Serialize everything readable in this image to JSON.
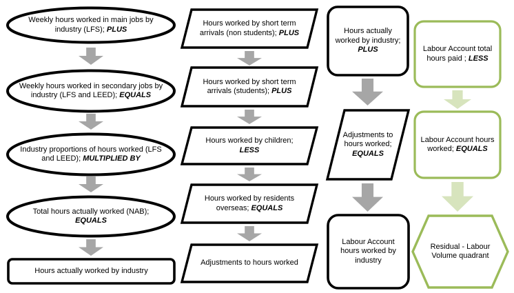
{
  "colors": {
    "shape_border_black": "#000000",
    "shape_border_green": "#9bbb59",
    "arrow_gray": "#a6a6a6",
    "arrow_green": "#d7e4bd",
    "shape_fill": "#ffffff"
  },
  "columns": [
    {
      "name": "lfs-sources-column",
      "items": [
        {
          "shape": "ellipse",
          "text": "Weekly hours worked in main jobs by industry (LFS); ",
          "keyword": "PLUS"
        },
        {
          "shape": "ellipse",
          "text": "Weekly hours worked in secondary jobs by industry (LFS and LEED); ",
          "keyword": "EQUALS"
        },
        {
          "shape": "ellipse",
          "text": "Industry proportions of hours worked (LFS and LEED); ",
          "keyword": "MULTIPLIED BY"
        },
        {
          "shape": "ellipse",
          "text": "Total hours actually worked (NAB); ",
          "keyword": "EQUALS"
        },
        {
          "shape": "rectangle",
          "text": "Hours actually worked by industry",
          "keyword": ""
        }
      ]
    },
    {
      "name": "adjustments-column",
      "items": [
        {
          "shape": "parallelogram",
          "text": "Hours worked by short term arrivals (non students); ",
          "keyword": "PLUS"
        },
        {
          "shape": "parallelogram",
          "text": "Hours worked by short term arrivals (students); ",
          "keyword": "PLUS"
        },
        {
          "shape": "parallelogram",
          "text": "Hours worked by children; ",
          "keyword": "LESS"
        },
        {
          "shape": "parallelogram",
          "text": "Hours worked by residents overseas; ",
          "keyword": "EQUALS"
        },
        {
          "shape": "parallelogram",
          "text": "Adjustments to hours worked",
          "keyword": ""
        }
      ]
    },
    {
      "name": "labour-account-column",
      "items": [
        {
          "shape": "rounded-rectangle",
          "text": "Hours actually worked by industry; ",
          "keyword": "PLUS"
        },
        {
          "shape": "parallelogram",
          "text": "Adjustments to hours worked; ",
          "keyword": "EQUALS"
        },
        {
          "shape": "rounded-rectangle",
          "text": "Labour Account hours worked by industry",
          "keyword": ""
        }
      ]
    },
    {
      "name": "residual-column",
      "items": [
        {
          "shape": "green-rounded-rectangle",
          "text": "Labour Account total hours paid ; ",
          "keyword": "LESS"
        },
        {
          "shape": "green-rounded-rectangle",
          "text": "Labour Account hours worked; ",
          "keyword": "EQUALS"
        },
        {
          "shape": "hexagon",
          "text": "Residual - Labour Volume quadrant",
          "keyword": ""
        }
      ]
    }
  ]
}
